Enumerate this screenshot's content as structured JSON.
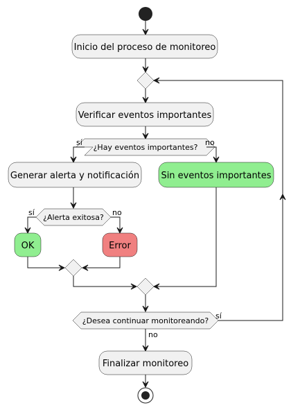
{
  "colors": {
    "node_fill": "#f1f1f1",
    "node_stroke": "#181818",
    "success_fill": "#90ee90",
    "error_fill": "#f08080",
    "line": "#181818"
  },
  "nodes": {
    "start_process": "Inicio del proceso de monitoreo",
    "verify_events": "Verificar eventos importantes",
    "generate_alert": "Generar alerta y notificación",
    "no_events": "Sin eventos importantes",
    "ok": "OK",
    "error": "Error",
    "finalize": "Finalizar monitoreo"
  },
  "decisions": {
    "events_question": "¿Hay eventos importantes?",
    "alert_question": "¿Alerta exitosa?",
    "continue_question": "¿Desea continuar monitoreando?"
  },
  "branch_labels": {
    "events_yes": "sí",
    "events_no": "no",
    "alert_yes": "sí",
    "alert_no": "no",
    "continue_yes": "sí",
    "continue_no": "no"
  }
}
